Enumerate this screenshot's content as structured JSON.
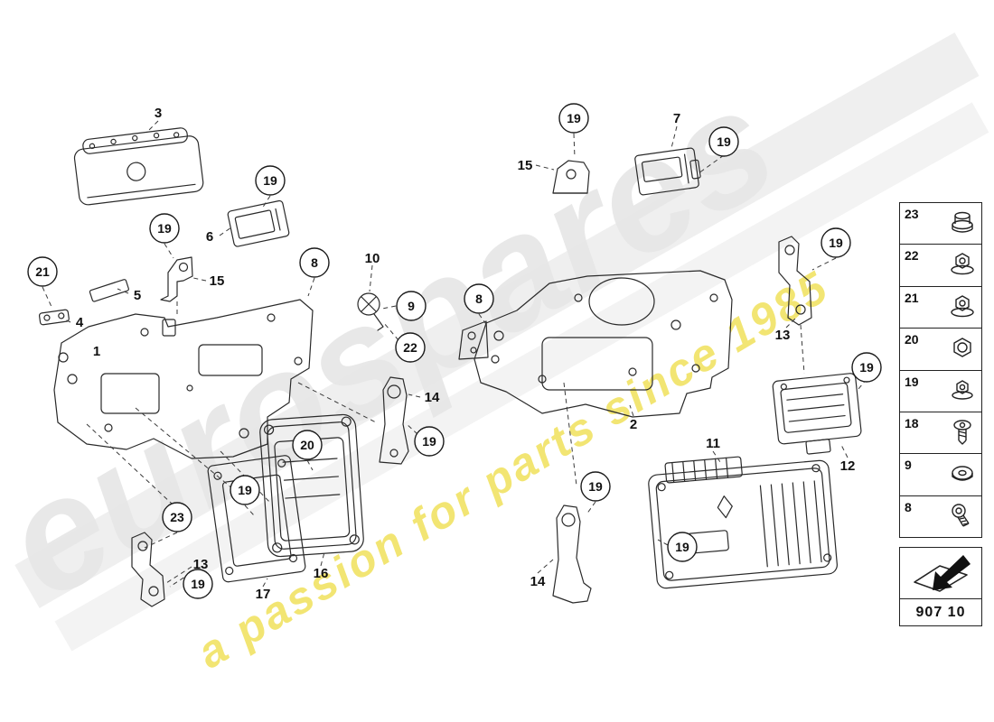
{
  "watermark": {
    "brand": "eurospares",
    "tagline": "a passion for parts since 1985",
    "colors": {
      "tagline_yellow": "#eedc3e",
      "watermark_gray": "#e7e7e7"
    }
  },
  "diagram": {
    "callouts": [
      {
        "label": "21"
      },
      {
        "label": "19"
      },
      {
        "label": "19"
      },
      {
        "label": "8"
      },
      {
        "label": "9"
      },
      {
        "label": "22"
      },
      {
        "label": "19"
      },
      {
        "label": "19"
      },
      {
        "label": "8"
      },
      {
        "label": "19"
      },
      {
        "label": "19"
      },
      {
        "label": "19"
      },
      {
        "label": "20"
      },
      {
        "label": "19"
      },
      {
        "label": "23"
      },
      {
        "label": "19"
      },
      {
        "label": "19"
      },
      {
        "label": "19"
      }
    ],
    "labels": [
      {
        "label": "3"
      },
      {
        "label": "6"
      },
      {
        "label": "15"
      },
      {
        "label": "5"
      },
      {
        "label": "4"
      },
      {
        "label": "10"
      },
      {
        "label": "1"
      },
      {
        "label": "15"
      },
      {
        "label": "7"
      },
      {
        "label": "2"
      },
      {
        "label": "13"
      },
      {
        "label": "14"
      },
      {
        "label": "11"
      },
      {
        "label": "12"
      },
      {
        "label": "16"
      },
      {
        "label": "17"
      },
      {
        "label": "13"
      },
      {
        "label": "14"
      }
    ]
  },
  "sidebar": {
    "items": [
      {
        "label": "23",
        "icon": "cap-nut-icon"
      },
      {
        "label": "22",
        "icon": "flange-nut-icon"
      },
      {
        "label": "21",
        "icon": "flange-nut-icon"
      },
      {
        "label": "20",
        "icon": "hex-nut-icon"
      },
      {
        "label": "19",
        "icon": "flange-nut-icon"
      },
      {
        "label": "18",
        "icon": "pan-head-screw-icon"
      },
      {
        "label": "9",
        "icon": "washer-icon"
      },
      {
        "label": "8",
        "icon": "socket-bolt-icon"
      }
    ]
  },
  "footer": {
    "part_code": "907 10"
  }
}
